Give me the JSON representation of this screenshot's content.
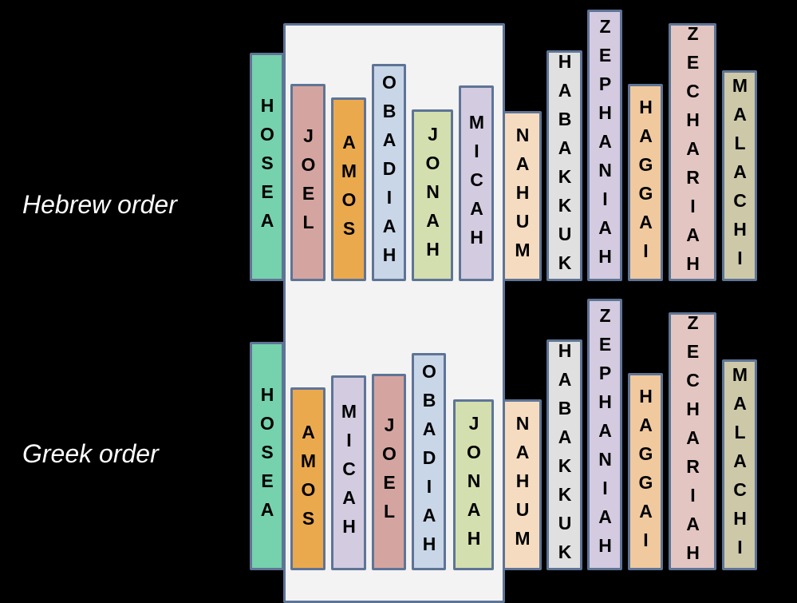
{
  "labels": {
    "hebrew": "Hebrew order",
    "greek": "Greek order"
  },
  "hebrew_order": [
    {
      "name": "HOSEA",
      "lines": [
        "H",
        "O",
        "S",
        "E",
        "A"
      ],
      "color": "#76d1ad"
    },
    {
      "name": "JOEL",
      "lines": [
        "J",
        "O",
        "E",
        "L"
      ],
      "color": "#d4a5a0"
    },
    {
      "name": "AMOS",
      "lines": [
        "A",
        "M",
        "",
        "O",
        "S"
      ],
      "color": "#eba94e"
    },
    {
      "name": "OBADIAH",
      "lines": [
        "O",
        "B",
        "A",
        "D",
        "I",
        "A",
        "H"
      ],
      "color": "#c9d6e8"
    },
    {
      "name": "JONAH",
      "lines": [
        "J",
        "O",
        "N",
        "A",
        "H"
      ],
      "color": "#d3dfae"
    },
    {
      "name": "MICAH",
      "lines": [
        "M",
        "",
        "I",
        "C",
        "A",
        "H"
      ],
      "color": "#d3cbe0"
    },
    {
      "name": "NAHUM",
      "lines": [
        "N",
        "A",
        "H",
        "U",
        "M"
      ],
      "color": "#f5dcc0"
    },
    {
      "name": "HABAKKUK",
      "lines": [
        "H",
        "A",
        "B",
        "A",
        "K",
        "K",
        "U",
        "K"
      ],
      "color": "#e0e0e0"
    },
    {
      "name": "ZEPHANIAH",
      "lines": [
        "Z",
        "E",
        "P",
        "H",
        "A",
        "N",
        "I",
        "A",
        "H"
      ],
      "color": "#d4cbe0"
    },
    {
      "name": "HAGGAI",
      "lines": [
        "H",
        "A",
        "G",
        "G",
        "A",
        "I"
      ],
      "color": "#f0c99e"
    },
    {
      "name": "ZECHARIAH",
      "lines": [
        "Z",
        "E",
        "C",
        "H",
        "A",
        "R",
        "I",
        "A",
        "H"
      ],
      "color": "#e3c6c2"
    },
    {
      "name": "MALACHI",
      "lines": [
        "M",
        "",
        "A",
        "L",
        "A",
        "C",
        "H",
        "I"
      ],
      "color": "#ccc8a8"
    }
  ],
  "greek_order": [
    {
      "name": "HOSEA",
      "lines": [
        "H",
        "O",
        "S",
        "E",
        "A"
      ],
      "color": "#76d1ad"
    },
    {
      "name": "AMOS",
      "lines": [
        "A",
        "M",
        "",
        "O",
        "S"
      ],
      "color": "#eba94e"
    },
    {
      "name": "MICAH",
      "lines": [
        "M",
        "",
        "I",
        "C",
        "A",
        "H"
      ],
      "color": "#d3cbe0"
    },
    {
      "name": "JOEL",
      "lines": [
        "J",
        "O",
        "E",
        "L"
      ],
      "color": "#d4a5a0"
    },
    {
      "name": "OBADIAH",
      "lines": [
        "O",
        "B",
        "A",
        "D",
        "I",
        "A",
        "H"
      ],
      "color": "#c9d6e8"
    },
    {
      "name": "JONAH",
      "lines": [
        "J",
        "O",
        "N",
        "A",
        "H"
      ],
      "color": "#d3dfae"
    },
    {
      "name": "NAHUM",
      "lines": [
        "N",
        "A",
        "H",
        "U",
        "M"
      ],
      "color": "#f5dcc0"
    },
    {
      "name": "HABAKKUK",
      "lines": [
        "H",
        "A",
        "B",
        "A",
        "K",
        "K",
        "U",
        "K"
      ],
      "color": "#e0e0e0"
    },
    {
      "name": "ZEPHANIAH",
      "lines": [
        "Z",
        "E",
        "P",
        "H",
        "A",
        "N",
        "I",
        "A",
        "H"
      ],
      "color": "#d4cbe0"
    },
    {
      "name": "HAGGAI",
      "lines": [
        "H",
        "A",
        "G",
        "G",
        "A",
        "I"
      ],
      "color": "#f0c99e"
    },
    {
      "name": "ZECHARIAH",
      "lines": [
        "Z",
        "E",
        "C",
        "H",
        "A",
        "R",
        "I",
        "A",
        "H"
      ],
      "color": "#e3c6c2"
    },
    {
      "name": "MALACHI",
      "lines": [
        "M",
        "",
        "A",
        "L",
        "A",
        "C",
        "H",
        "I"
      ],
      "color": "#ccc8a8"
    }
  ]
}
